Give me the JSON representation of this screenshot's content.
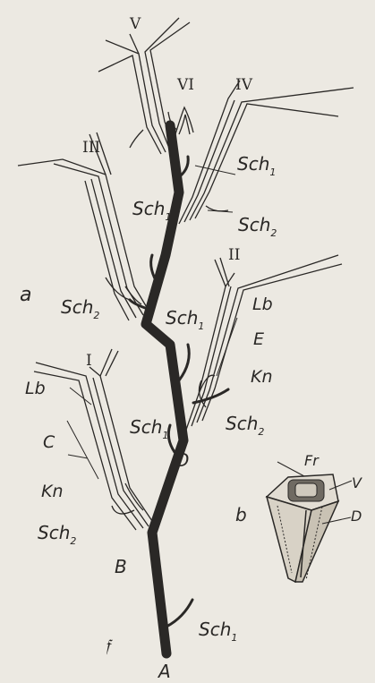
{
  "figure": {
    "panel_a": "a",
    "panel_b": "b",
    "nodes": {
      "A": "A",
      "B": "B",
      "C": "C",
      "D": "D",
      "E": "E"
    },
    "roman": [
      "I",
      "II",
      "III",
      "IV",
      "V",
      "VI"
    ],
    "sch": "Sch",
    "sub1": "1",
    "sub2": "2",
    "lb": "Lb",
    "kn": "Kn",
    "fr": "Fr",
    "v": "V",
    "mark": "𝔣"
  },
  "colors": {
    "ink": "#2a2826",
    "paper": "#ece9e2"
  }
}
